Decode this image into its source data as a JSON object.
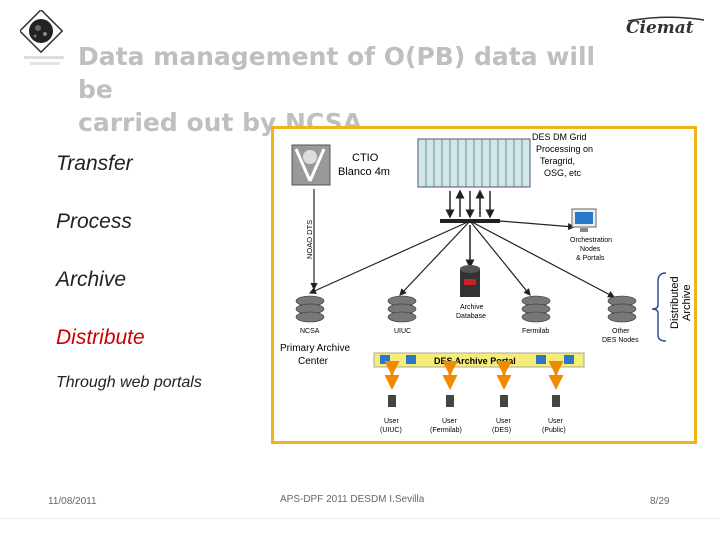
{
  "title_line1": "Data management of O(PB) data will be",
  "title_line2": "carried out by NCSA",
  "brand": "Ciemat",
  "bullets": [
    "Transfer",
    "Process",
    "Archive",
    "Distribute"
  ],
  "sub_bullet": "Through web portals",
  "diagram": {
    "ctio": [
      "CTIO",
      "Blanco 4m"
    ],
    "grid": [
      "DES DM Grid",
      "Processing on",
      "Teragrid,",
      "OSG, etc"
    ],
    "noao": "NOAO DTS",
    "orch": [
      "Orchestration",
      "Nodes",
      "& Portals"
    ],
    "distributed": [
      "Distributed",
      "Archive"
    ],
    "archive_db": [
      "Archive",
      "Database"
    ],
    "nodes": [
      "NCSA",
      "UIUC",
      "Fermilab",
      "Other"
    ],
    "des_nodes": "DES Nodes",
    "primary": [
      "Primary Archive",
      "Center"
    ],
    "portal": "DES Archive Portal",
    "users": [
      [
        "User",
        "(UIUC)"
      ],
      [
        "User",
        "(Fermilab)"
      ],
      [
        "User",
        "(DES)"
      ],
      [
        "User",
        "(Public)"
      ]
    ]
  },
  "footer": {
    "date": "11/08/2011",
    "center": "APS-DPF 2011 DESDM I.Sevilla",
    "page": "8/29"
  }
}
